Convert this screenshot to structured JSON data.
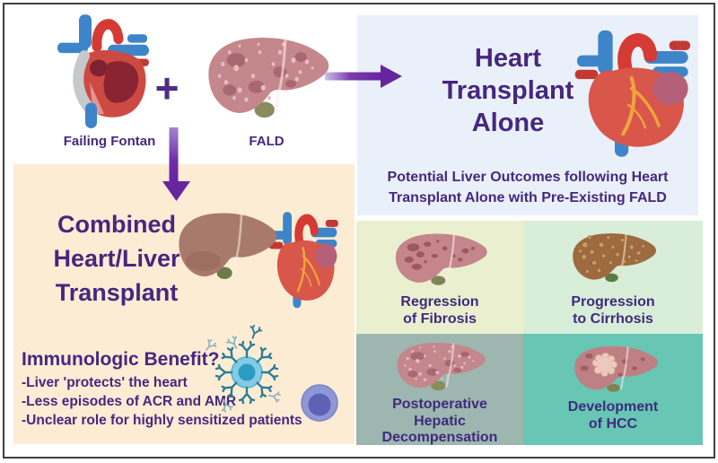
{
  "figure": {
    "source": {
      "heart_label": "Failing Fontan",
      "plus_sign": "+",
      "liver_label": "FALD"
    },
    "heart_alone": {
      "title_lines": [
        "Heart",
        "Transplant",
        "Alone"
      ],
      "subtitle_lines": [
        "Potential Liver Outcomes following Heart",
        "Transplant Alone with Pre-Existing FALD"
      ]
    },
    "combined": {
      "title_lines": [
        "Combined",
        "Heart/Liver",
        "Transplant"
      ],
      "immunologic_heading": "Immunologic Benefit?",
      "immunologic_points": [
        "-Liver 'protects' the heart",
        "-Less episodes of ACR and AMR",
        "-Unclear role for highly sensitized patients"
      ]
    },
    "outcomes": [
      {
        "lines": [
          "Regression",
          "of Fibrosis"
        ]
      },
      {
        "lines": [
          "Progression",
          "to Cirrhosis"
        ]
      },
      {
        "lines": [
          "Postoperative",
          "Hepatic",
          "Decompensation"
        ]
      },
      {
        "lines": [
          "Development",
          "of HCC"
        ]
      }
    ],
    "icons": [
      "fontan-heart",
      "fald-liver",
      "healthy-heart",
      "healthy-liver",
      "fibrosis-liver",
      "cirrhosis-liver",
      "decompensated-liver",
      "hcc-liver",
      "antibody",
      "immune-cell",
      "lymphocyte-cell"
    ],
    "colors": {
      "text_purple": "#46277f",
      "arrow_purple": "#6b2aa4",
      "border": "#3f3f42",
      "panel_heart_alone_bg": "#e9f0f9",
      "panel_combined_bg": "#fdecd4",
      "outcome_bgs": [
        "#eaf0cf",
        "#d8eed8",
        "#9db6af",
        "#68c6b4"
      ]
    }
  }
}
